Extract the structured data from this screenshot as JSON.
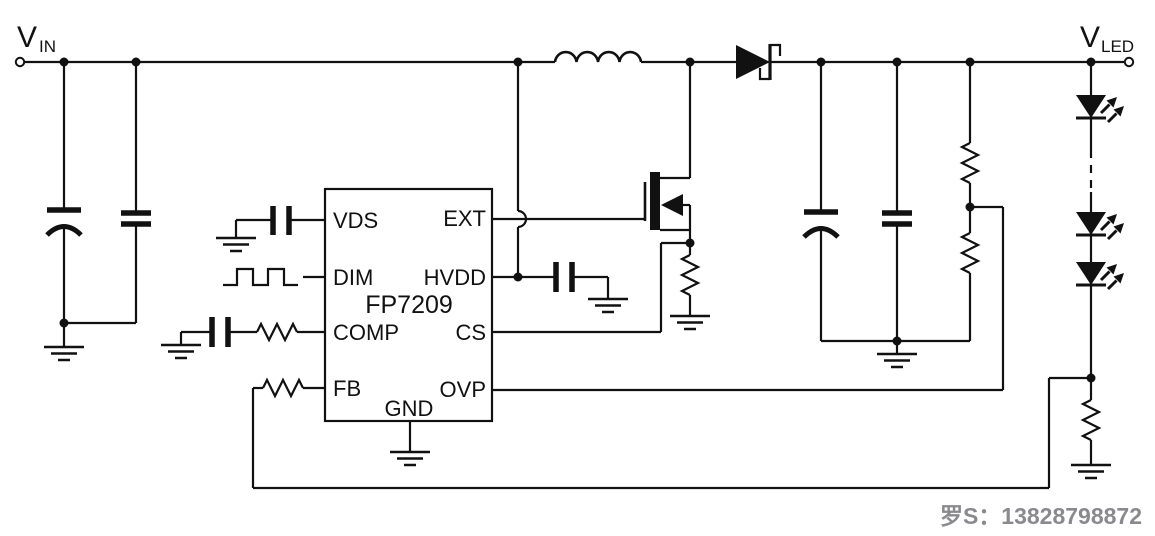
{
  "meta": {
    "bg_color": "#ffffff",
    "line_color": "#111111",
    "watermark_color": "#8a8a8e"
  },
  "labels": {
    "vin": {
      "main": "V",
      "sub": "IN"
    },
    "vled": {
      "main": "V",
      "sub": "LED"
    }
  },
  "ic": {
    "name": "FP7209",
    "pins_left": [
      "VDS",
      "DIM",
      "COMP",
      "FB"
    ],
    "pins_right": [
      "EXT",
      "HVDD",
      "CS",
      "OVP"
    ],
    "pin_bottom": "GND"
  },
  "watermark": "罗S：13828798872",
  "components": {
    "input_terminal": "vin-terminal",
    "output_terminal": "vled-terminal",
    "input_caps": [
      "electrolytic",
      "ceramic"
    ],
    "inductor": "boost-inductor",
    "diode": "schottky-diode",
    "transistor": "nmos-transistor",
    "sense_resistor": "cs-resistor",
    "output_caps": [
      "electrolytic",
      "ceramic"
    ],
    "ovp_divider": [
      "upper-resistor",
      "lower-resistor"
    ],
    "led_string_count_visible": 3,
    "led_sense_resistor": "fb-sense-resistor",
    "dim_source": "pwm-waveform"
  }
}
